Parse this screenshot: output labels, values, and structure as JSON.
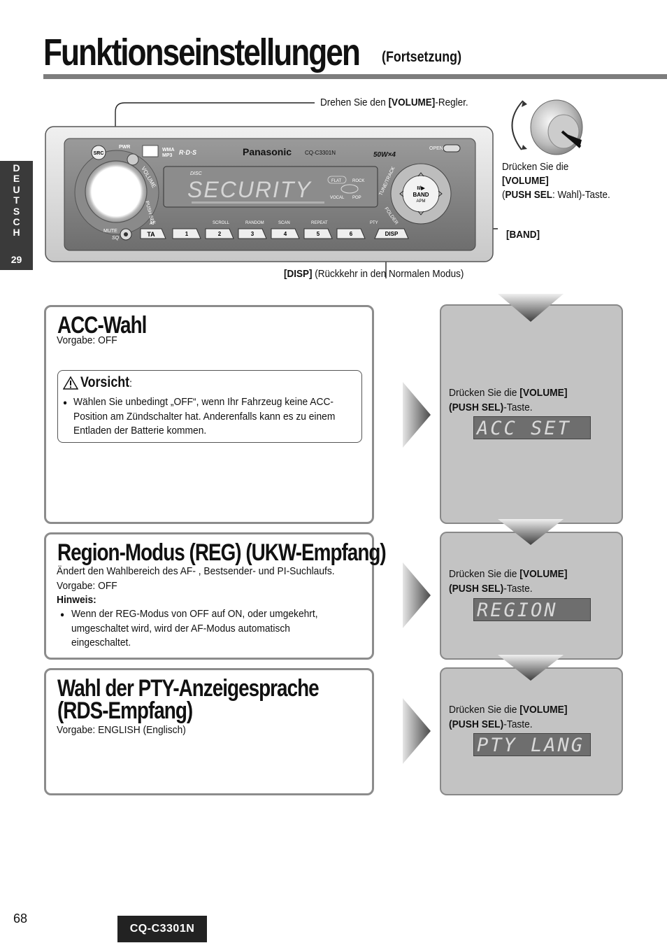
{
  "header": {
    "title": "Funktionseinstellungen",
    "subtitle": "(Fortsetzung)"
  },
  "side_tab": {
    "letters": "D\nE\nU\nT\nS\nC\nH",
    "page": "29"
  },
  "callouts": {
    "volume_turn": {
      "prefix": "Drehen Sie den ",
      "key": "[VOLUME]",
      "suffix": "-Regler."
    },
    "volume_push_line1": "Drücken Sie die",
    "volume_push_line2": "[VOLUME]",
    "volume_push_open": "(",
    "volume_push_key": "PUSH SEL",
    "volume_push_suffix": ": Wahl)-Taste.",
    "band": "[BAND]",
    "disp_key": "[DISP]",
    "disp_text": " (Rückkehr in den Normalen Modus)"
  },
  "radio": {
    "brand": "Panasonic",
    "model": "CQ-C3301N",
    "display_text": "SECURITY",
    "power": "50W×4",
    "src": "SRC",
    "pwr": "PWR",
    "open": "OPEN",
    "mute": "MUTE",
    "sq": "SQ",
    "ta": "TA",
    "af": "AF",
    "disp": "DISP",
    "band": "BAND",
    "apm": "APM",
    "play_pause": "II/▶",
    "presets": [
      "1",
      "2",
      "3",
      "4",
      "5",
      "6"
    ],
    "preset_labels": [
      "SCROLL",
      "RANDOM",
      "SCAN",
      "REPEAT",
      "PTY"
    ],
    "volume_label": "VOLUME",
    "push_sel_label": "PUSH SEL",
    "tune_track": "TUNE/TRACK",
    "folder": "FOLDER",
    "disc": "DISC",
    "eq": [
      "FLAT",
      "ROCK",
      "VOCAL",
      "POP"
    ],
    "logos": [
      "WMA",
      "MP3",
      "R·D·S"
    ]
  },
  "sections": [
    {
      "title": "ACC-Wahl",
      "default": "Vorgabe: OFF",
      "caution_title": "Vorsicht",
      "caution_colon": ":",
      "caution_lines": [
        "Wählen Sie unbedingt „OFF“, wenn Ihr Fahrzeug keine ACC-",
        "Position am Zündschalter hat. Anderenfalls kann es zu einem",
        "Entladen der Batterie kommen."
      ]
    },
    {
      "title": "Region-Modus (REG) (UKW-Empfang)",
      "lines": [
        "Ändert den Wahlbereich des AF- , Bestsender- und PI-Suchlaufs.",
        "Vorgabe: OFF"
      ],
      "note_title": "Hinweis:",
      "note_lines": [
        "Wenn der REG-Modus von OFF auf ON, oder umgekehrt,",
        "umgeschaltet wird, wird der AF-Modus automatisch",
        "eingeschaltet."
      ]
    },
    {
      "title_line1": "Wahl der PTY-Anzeigesprache",
      "title_line2": "(RDS-Empfang)",
      "default": "Vorgabe: ENGLISH (Englisch)"
    }
  ],
  "steps": [
    {
      "prefix": "Drücken Sie die ",
      "key1": "[VOLUME]",
      "key2": "(PUSH SEL)",
      "suffix": "-Taste.",
      "display": "ACC SET"
    },
    {
      "prefix": "Drücken Sie die ",
      "key1": "[VOLUME]",
      "key2": "(PUSH SEL)",
      "suffix": "-Taste.",
      "display": "REGION"
    },
    {
      "prefix": "Drücken Sie die ",
      "key1": "[VOLUME]",
      "key2": "(PUSH SEL)",
      "suffix": "-Taste.",
      "display": "PTY LANG"
    }
  ],
  "footer": {
    "page_number": "68",
    "model": "CQ-C3301N"
  }
}
